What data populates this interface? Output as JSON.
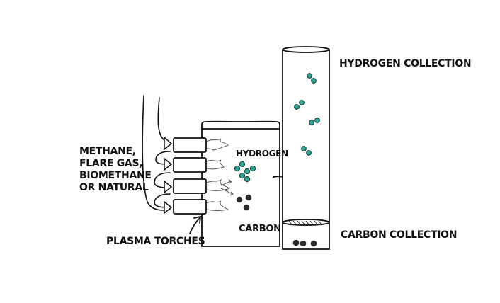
{
  "labels": {
    "feed_gases": [
      "METHANE,",
      "FLARE GAS,",
      "BIOMETHANE",
      "OR NATURAL"
    ],
    "plasma_torches": "PLASMA TORCHES",
    "hydrogen": "HYDROGEN",
    "carbon": "CARBON",
    "hydrogen_collection": "HYDROGEN COLLECTION",
    "carbon_collection": "CARBON COLLECTION"
  },
  "colors": {
    "ink": "#111111",
    "hydrogen": "#2fa495",
    "carbon": "#2a2a2a",
    "background": "#ffffff"
  }
}
